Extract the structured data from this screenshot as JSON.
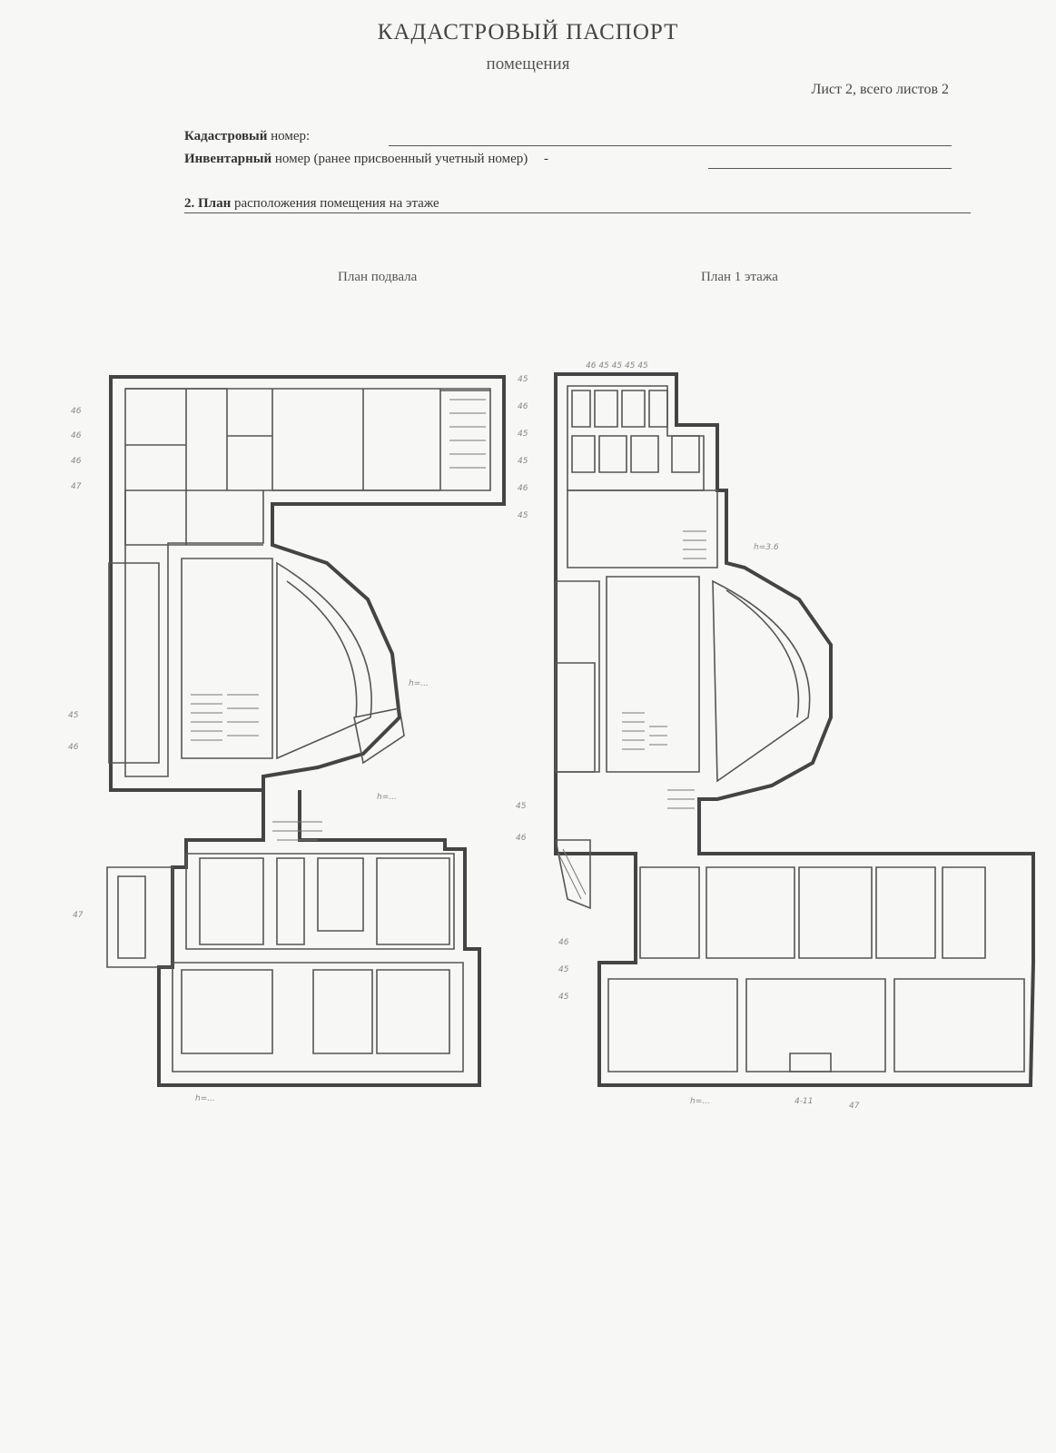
{
  "header": {
    "title": "КАДАСТРОВЫЙ ПАСПОРТ",
    "subtitle": "помещения",
    "sheet": "Лист 2, всего листов 2"
  },
  "fields": {
    "cadastral_label_bold": "Кадастровый",
    "cadastral_label_rest": " номер:",
    "cadastral_value": "",
    "inventory_label_bold": "Инвентарный",
    "inventory_label_rest": " номер (ранее присвоенный учетный номер)",
    "inventory_value": "-"
  },
  "section": {
    "number": "2.",
    "bold": " План",
    "rest": " расположения помещения на этаже"
  },
  "plans": {
    "basement_caption": "План подвала",
    "first_floor_caption": "План 1 этажа"
  }
}
